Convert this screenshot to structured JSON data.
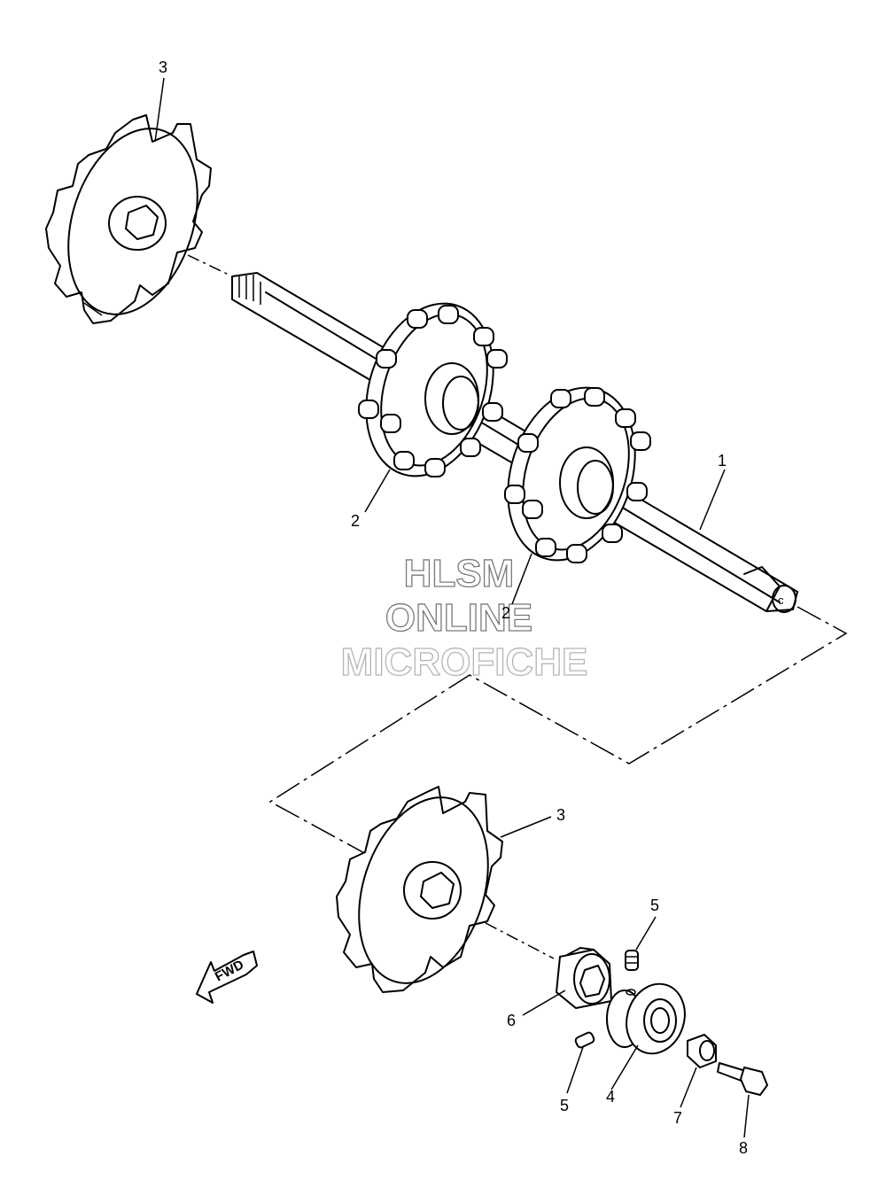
{
  "watermark": {
    "line1": "HLSM",
    "line2": "ONLINE",
    "line3": "MICROFICHE"
  },
  "direction_arrow": {
    "label": "FWD",
    "icon": "fwd-arrow-icon"
  },
  "callouts": [
    {
      "number": "3",
      "part": "upper-sprocket"
    },
    {
      "number": "2",
      "part": "drive-sprocket-a"
    },
    {
      "number": "2",
      "part": "drive-sprocket-b"
    },
    {
      "number": "1",
      "part": "drive-shaft"
    },
    {
      "number": "3",
      "part": "lower-sprocket"
    },
    {
      "number": "5",
      "part": "set-screw-upper"
    },
    {
      "number": "6",
      "part": "collar"
    },
    {
      "number": "5",
      "part": "set-screw-lower"
    },
    {
      "number": "4",
      "part": "bearing"
    },
    {
      "number": "7",
      "part": "cap"
    },
    {
      "number": "8",
      "part": "bolt"
    }
  ],
  "colors": {
    "line": "#000000",
    "background": "#ffffff",
    "watermark_outline": "#7a7a7a"
  }
}
